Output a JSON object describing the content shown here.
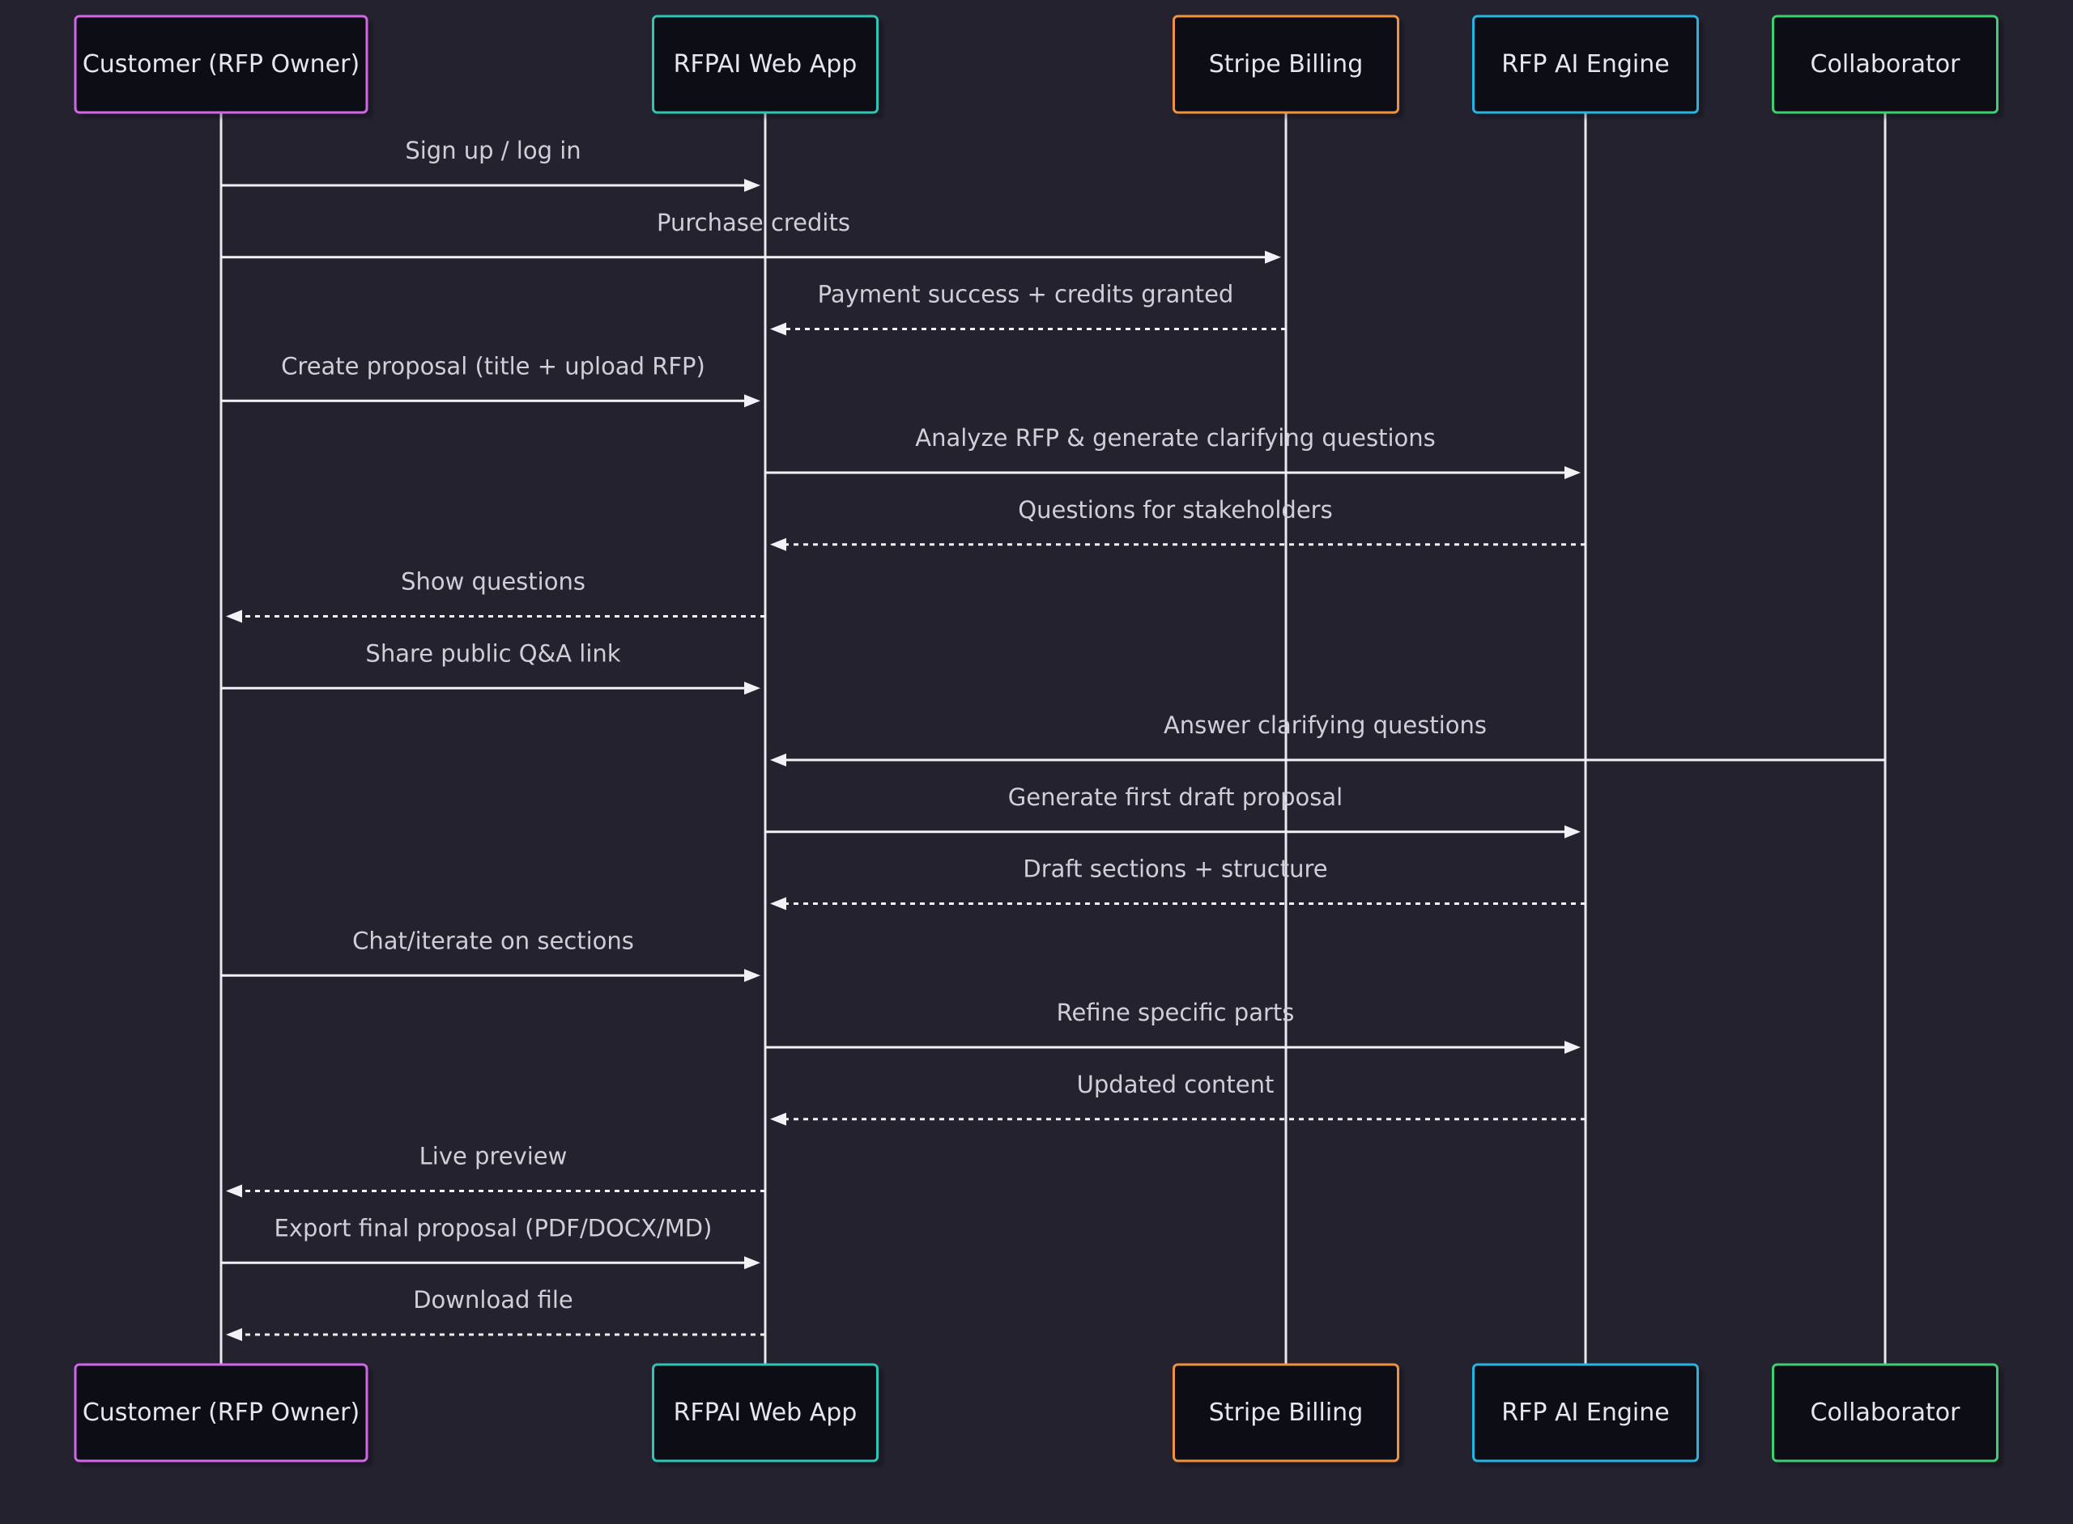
{
  "actors": [
    {
      "id": "customer",
      "label": "Customer (RFP Owner)",
      "color": "#d565e8"
    },
    {
      "id": "webapp",
      "label": "RFPAI Web App",
      "color": "#2ec4b6"
    },
    {
      "id": "stripe",
      "label": "Stripe Billing",
      "color": "#f0923c"
    },
    {
      "id": "engine",
      "label": "RFP AI Engine",
      "color": "#26b5e0"
    },
    {
      "id": "collab",
      "label": "Collaborator",
      "color": "#3ecf72"
    }
  ],
  "messages": [
    {
      "from": "customer",
      "to": "webapp",
      "label": "Sign up / log in",
      "style": "solid"
    },
    {
      "from": "customer",
      "to": "stripe",
      "label": "Purchase credits",
      "style": "solid"
    },
    {
      "from": "stripe",
      "to": "webapp",
      "label": "Payment success + credits granted",
      "style": "dashed"
    },
    {
      "from": "customer",
      "to": "webapp",
      "label": "Create proposal (title + upload RFP)",
      "style": "solid"
    },
    {
      "from": "webapp",
      "to": "engine",
      "label": "Analyze RFP & generate clarifying questions",
      "style": "solid"
    },
    {
      "from": "engine",
      "to": "webapp",
      "label": "Questions for stakeholders",
      "style": "dashed"
    },
    {
      "from": "webapp",
      "to": "customer",
      "label": "Show questions",
      "style": "dashed"
    },
    {
      "from": "customer",
      "to": "webapp",
      "label": "Share public Q&A link",
      "style": "solid"
    },
    {
      "from": "collab",
      "to": "webapp",
      "label": "Answer clarifying questions",
      "style": "solid"
    },
    {
      "from": "webapp",
      "to": "engine",
      "label": "Generate first draft proposal",
      "style": "solid"
    },
    {
      "from": "engine",
      "to": "webapp",
      "label": "Draft sections + structure",
      "style": "dashed"
    },
    {
      "from": "customer",
      "to": "webapp",
      "label": "Chat/iterate on sections",
      "style": "solid"
    },
    {
      "from": "webapp",
      "to": "engine",
      "label": "Refine specific parts",
      "style": "solid"
    },
    {
      "from": "engine",
      "to": "webapp",
      "label": "Updated content",
      "style": "dashed"
    },
    {
      "from": "webapp",
      "to": "customer",
      "label": "Live preview",
      "style": "dashed"
    },
    {
      "from": "customer",
      "to": "webapp",
      "label": "Export final proposal (PDF/DOCX/MD)",
      "style": "solid"
    },
    {
      "from": "webapp",
      "to": "customer",
      "label": "Download file",
      "style": "dashed"
    }
  ]
}
